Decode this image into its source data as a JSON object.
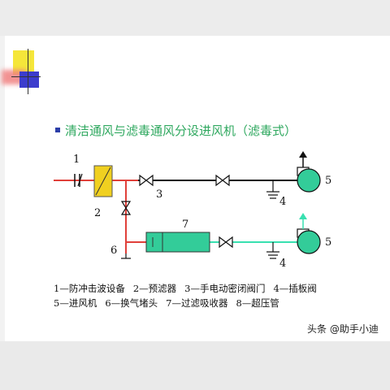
{
  "title": "清洁通风与滤毒通风分设进风机（滤毒式）",
  "labels": {
    "n1": "1",
    "n2": "2",
    "n3": "3",
    "n4_top": "4",
    "n5_top": "5",
    "n6": "6",
    "n7": "7",
    "n4_bottom": "4",
    "n5_bottom": "5"
  },
  "legend": {
    "row1": [
      "1—防冲击波设备",
      "2—预滤器",
      "3—手电动密闭阀门",
      "4—插板阀"
    ],
    "row2": [
      "5—进风机",
      "6—换气堵头",
      "7—过滤吸收器",
      "8—超压管"
    ]
  },
  "watermark": "头条 @助手小迪",
  "colors": {
    "title": "#2fa85f",
    "clean_line": "#111111",
    "intake_line": "#e0403a",
    "filter_line": "#38e0b0",
    "equipment_fill": "#33cc99",
    "prefilter_fill": "#f0d020",
    "bullet": "#2c3ea8"
  },
  "icons": [
    "damper-valve-icon",
    "fan-icon",
    "gate-valve-icon",
    "arrow-up-icon",
    "ground-icon"
  ]
}
